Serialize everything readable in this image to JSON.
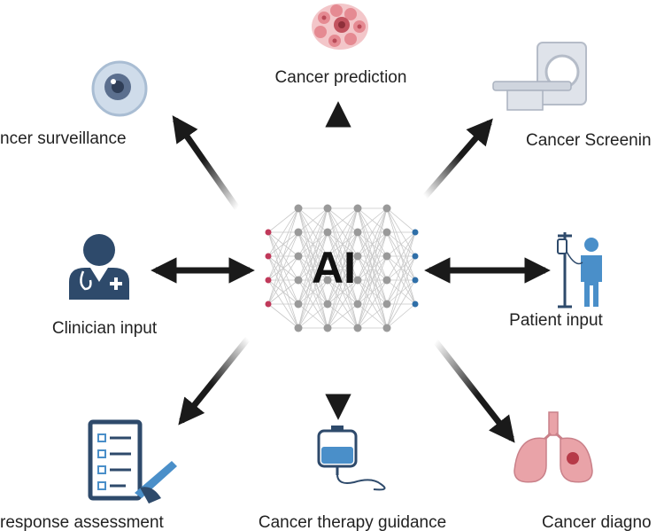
{
  "center": {
    "label": "AI"
  },
  "nodes": {
    "cancer_prediction": "Cancer prediction",
    "cancer_surveillance": "ncer surveillance",
    "cancer_screening": "Cancer Screenin",
    "clinician_input": "Clinician input",
    "patient_input": "Patient input",
    "response_assessment": "response assessment",
    "cancer_therapy_guidance": "Cancer therapy guidance",
    "cancer_diagnosis": "Cancer diagno"
  },
  "colors": {
    "arrow": "#1a1a1a",
    "node_gray": "#9a9a9a",
    "input_red": "#c0395a",
    "output_blue": "#2f6fa8",
    "icon_navy": "#2e4a6b",
    "icon_blue": "#4a8fc9",
    "tissue_pink": "#e58a92",
    "lung_pink": "#e9a3a8"
  },
  "icons": {
    "cancer_prediction": "cell-cluster-icon",
    "cancer_surveillance": "eye-scan-icon",
    "cancer_screening": "ct-scanner-icon",
    "clinician_input": "doctor-icon",
    "patient_input": "patient-iv-icon",
    "response_assessment": "checklist-icon",
    "cancer_therapy_guidance": "iv-bag-icon",
    "cancer_diagnosis": "lungs-icon"
  }
}
